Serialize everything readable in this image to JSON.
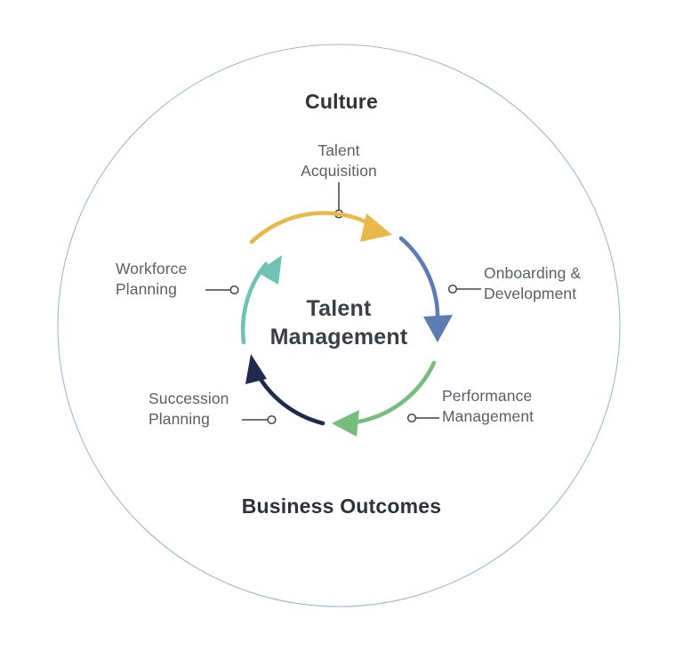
{
  "diagram": {
    "title_top": "Culture",
    "title_bottom": "Business Outcomes",
    "center_label": "Talent\nManagement",
    "outer_ring_color": "#8fa4c4",
    "stages": [
      {
        "key": "talent-acquisition",
        "label": "Talent\nAcquisition",
        "arrow_color": "#e8b94a",
        "position": "top"
      },
      {
        "key": "onboarding-development",
        "label": "Onboarding &\nDevelopment",
        "arrow_color": "#5d7cb3",
        "position": "right"
      },
      {
        "key": "performance-management",
        "label": "Performance\nManagement",
        "arrow_color": "#77bd7e",
        "position": "bottom-right"
      },
      {
        "key": "succession-planning",
        "label": "Succession\nPlanning",
        "arrow_color": "#1f2a4d",
        "position": "bottom-left"
      },
      {
        "key": "workforce-planning",
        "label": "Workforce\nPlanning",
        "arrow_color": "#6fc3b4",
        "position": "left"
      }
    ]
  },
  "chart_data": {
    "type": "diagram",
    "subtype": "cycle",
    "title": "Talent Management",
    "enclosing_labels": [
      "Culture",
      "Business Outcomes"
    ],
    "direction": "clockwise",
    "nodes": [
      "Talent Acquisition",
      "Onboarding & Development",
      "Performance Management",
      "Succession Planning",
      "Workforce Planning"
    ],
    "colors": [
      "#e8b94a",
      "#5d7cb3",
      "#77bd7e",
      "#1f2a4d",
      "#6fc3b4"
    ]
  }
}
